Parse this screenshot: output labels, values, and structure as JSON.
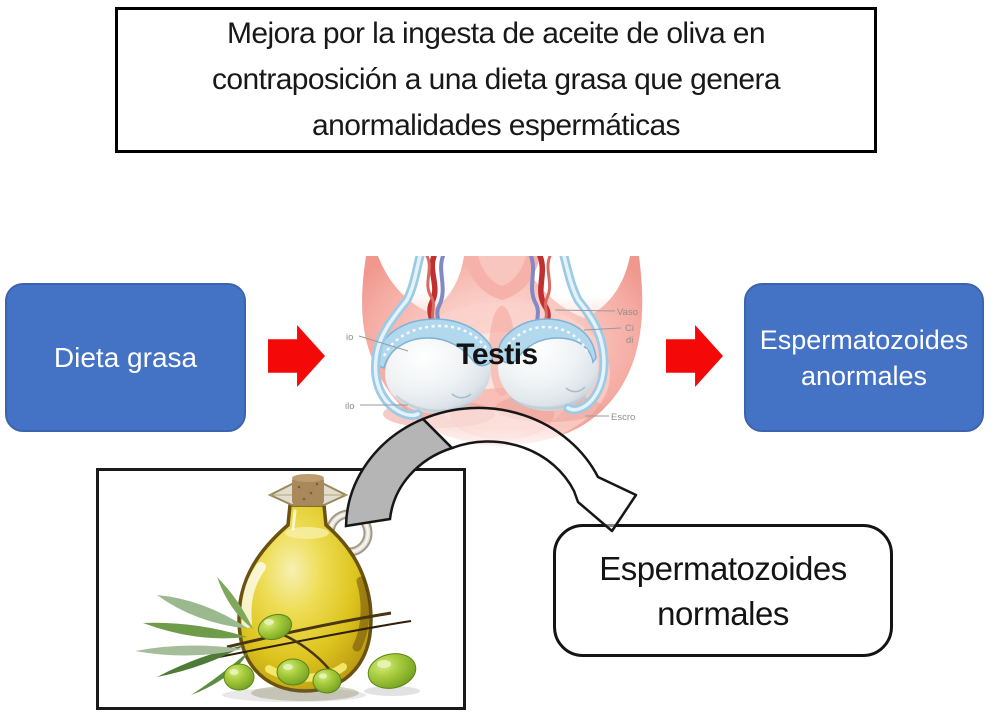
{
  "title": {
    "lines": [
      "Mejora por la ingesta de aceite de oliva en",
      "contraposición a una dieta grasa que genera",
      "anormalidades espermáticas"
    ]
  },
  "flow": {
    "left_label": "Dieta grasa",
    "center_label": "Testis",
    "right_label_lines": [
      "Espermatozoides",
      "anormales"
    ]
  },
  "anatomy_labels": {
    "left_top": "io",
    "left_bottom": "ilo",
    "right_top": "Vaso",
    "right_mid_1": "Ci",
    "right_mid_2": "di",
    "right_bottom": "Escro"
  },
  "result_box": {
    "lines": [
      "Espermatozoides",
      "normales"
    ]
  },
  "icons": {
    "testis_image": "testis-anatomy-illustration",
    "olive_image": "olive-oil-bottle-with-olives",
    "flow_arrows": "red-right-block-arrow",
    "curve": "curved-down-arrow"
  },
  "colors": {
    "box_blue": "#4472C4",
    "arrow_red": "#F50808",
    "curved_arrow_gray": "#B5B5B5",
    "oil_yellow": "#DDC41E",
    "olive_green": "#8AB824"
  }
}
